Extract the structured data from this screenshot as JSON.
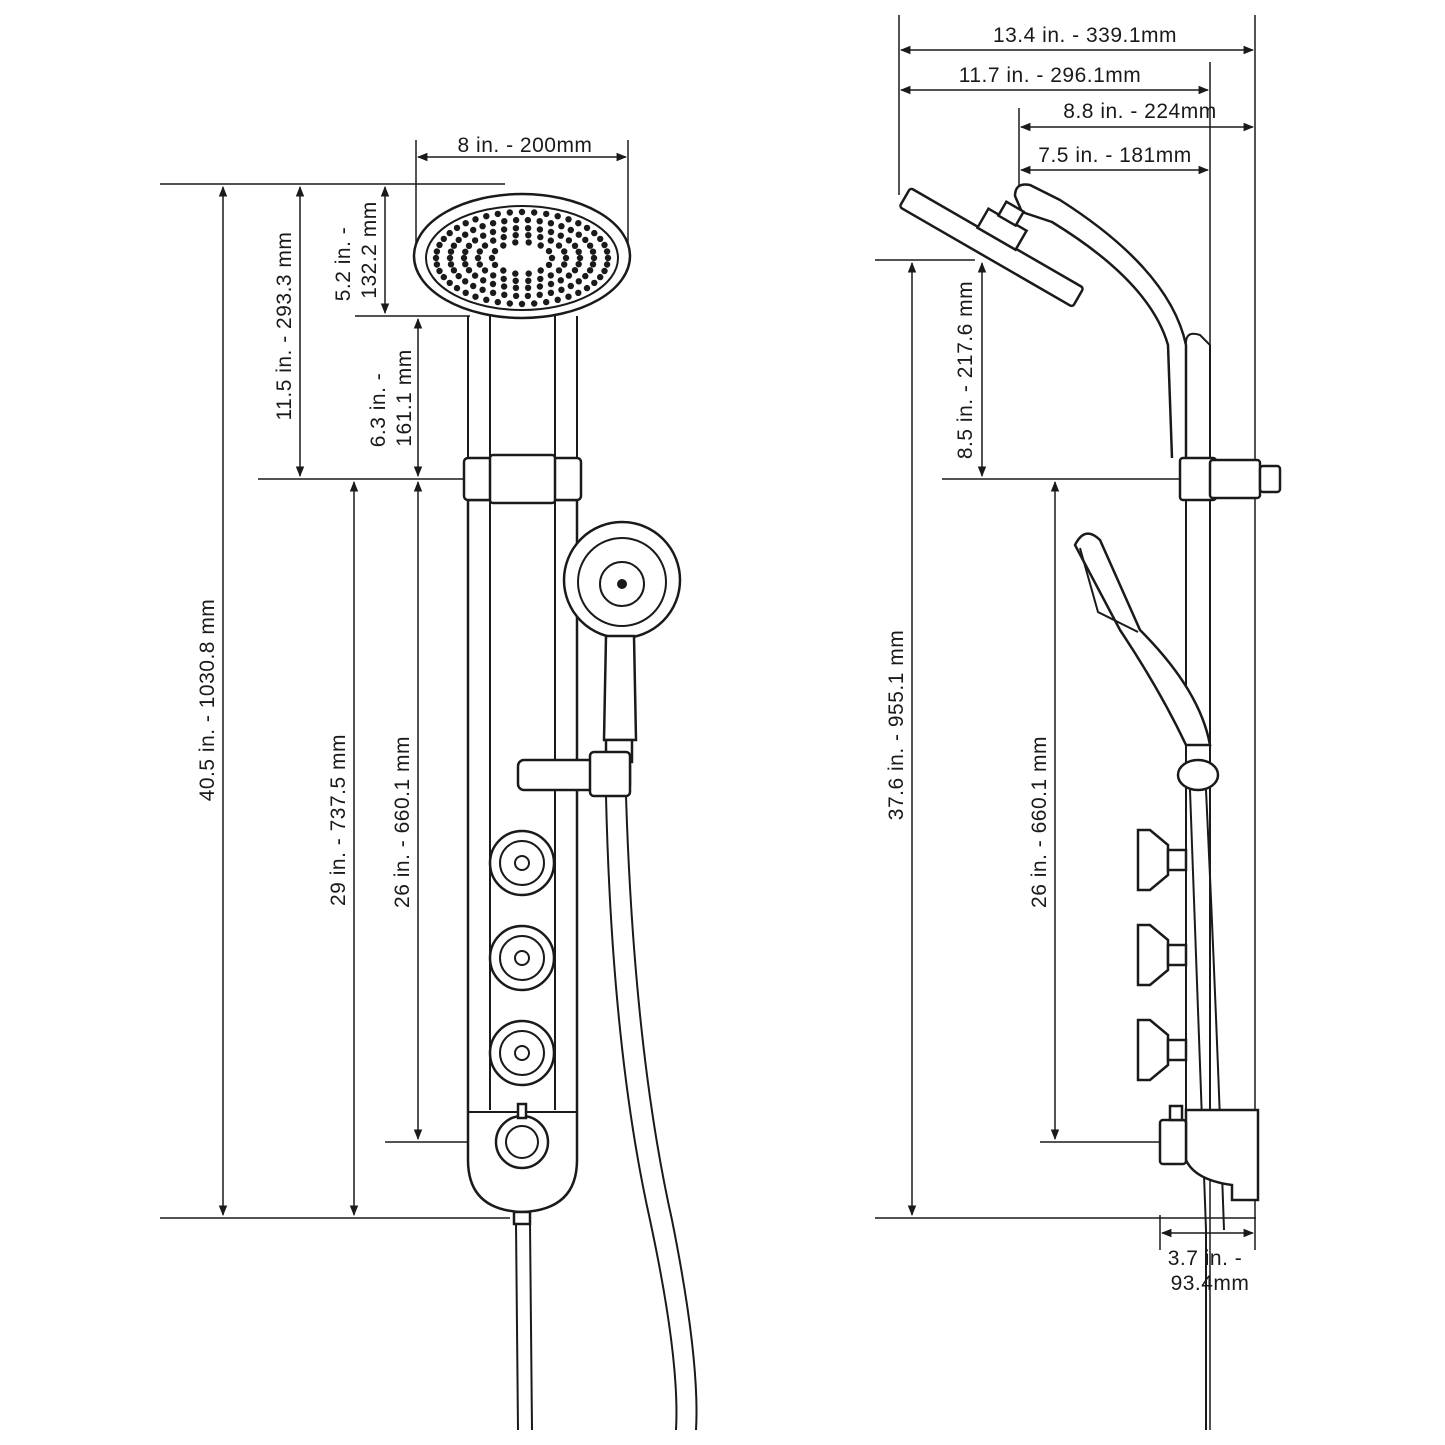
{
  "front_view": {
    "width_head": "8 in. - 200mm",
    "head_height": [
      "5.2 in. -",
      "132.2 mm"
    ],
    "head_to_bracket": [
      "6.3 in. -",
      "161.1 mm"
    ],
    "top_to_bracket": "11.5 in. - 293.3 mm",
    "overall_height": "40.5 in. - 1030.8 mm",
    "bracket_to_bottom": "29 in. - 737.5 mm",
    "bracket_to_outlet": "26 in. - 660.1 mm"
  },
  "side_view": {
    "overall_depth": "13.4 in. - 339.1mm",
    "head_reach": "11.7 in. - 296.1mm",
    "arm_to_wall": "8.8 in. - 224mm",
    "arm_reach": "7.5 in. - 181mm",
    "head_to_bracket": "8.5 in. - 217.6 mm",
    "head_height": "37.6 in. - 955.1 mm",
    "bracket_to_outlet": "26 in. - 660.1 mm",
    "panel_depth": [
      "3.7 in. -",
      "93.4mm"
    ]
  }
}
